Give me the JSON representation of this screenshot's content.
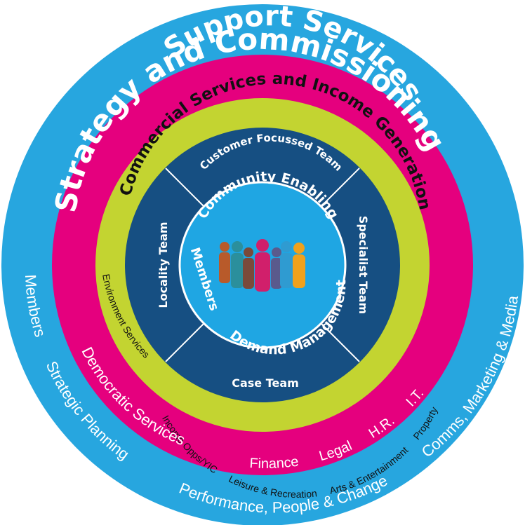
{
  "colors": {
    "outer_ring": "#27a6df",
    "support_ring": "#e5007e",
    "commercial_ring": "#c3d431",
    "team_ring": "#164f82",
    "center": "#1fa6e3",
    "divider": "#ffffff",
    "white_text": "#ffffff",
    "dark_text": "#111111"
  },
  "rings": {
    "strategy": {
      "title": "Strategy and Commissioning",
      "items_left": [
        "Members",
        "Strategic Planning"
      ],
      "items_bottom": "Performance, People & Change",
      "items_right": "Comms, Marketing & Media"
    },
    "support": {
      "title": "Support Services",
      "items_bottom_left": "Democratic Services",
      "items_bottom": [
        "Finance",
        "Legal",
        "H.R.",
        "I.T."
      ]
    },
    "commercial": {
      "title": "Commercial Services and Income Generation",
      "items_left": "Environment Services",
      "items_bottom": [
        "Income Opps/YIC",
        "Leisure & Recreation",
        "Arts & Entertainment",
        "Property"
      ]
    },
    "teams": {
      "top": "Customer Focussed Team",
      "left": "Locality Team",
      "right": "Specialist Team",
      "bottom": "Case Team"
    },
    "center": {
      "top": "Community Enabling",
      "left": "Members",
      "bottom": "Demand Management",
      "people_icon": "people-group-icon"
    }
  }
}
